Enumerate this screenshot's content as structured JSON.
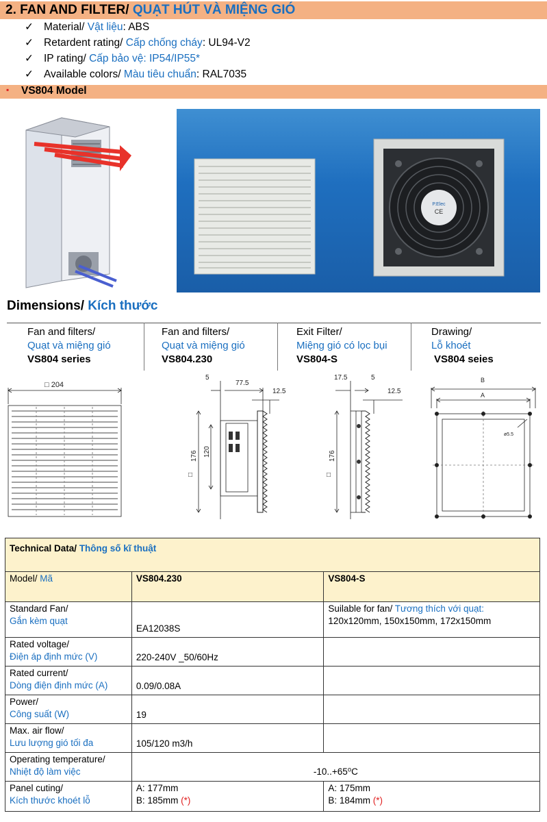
{
  "section": {
    "number": "2.",
    "title_en": "FAN AND FILTER/",
    "title_vi": "QUẠT HÚT VÀ MIỆNG GIÓ"
  },
  "specs": [
    {
      "check": "✓",
      "en": "Material/",
      "vi": "Vật liệu",
      "value": ": ABS"
    },
    {
      "check": "✓",
      "en": "Retardent rating/",
      "vi": "Cấp chống cháy",
      "value": ": UL94-V2"
    },
    {
      "check": "✓",
      "en": "IP rating/",
      "vi": "Cấp bảo vệ",
      "value": ": IP54/IP55*"
    },
    {
      "check": "✓",
      "en": "Available colors/",
      "vi": "Màu tiêu chuẩn",
      "value": ": RAL7035"
    }
  ],
  "model_heading": {
    "bullet": "▪",
    "title": "VS804 Model"
  },
  "photo": {
    "fan_label": "CE",
    "fan_label_small": "P.Elec"
  },
  "dimensions": {
    "title_en": "Dimensions/",
    "title_vi": "Kích thước",
    "columns": [
      {
        "en": "Fan and filters/",
        "vi": "Quạt và miệng gió",
        "model": "VS804 series"
      },
      {
        "en": "Fan and filters/",
        "vi": "Quạt và miệng gió",
        "model": "VS804.230"
      },
      {
        "en": "Exit Filter/",
        "vi": "Miệng gió có lọc bụi",
        "model": "VS804-S"
      },
      {
        "en": "Drawing/",
        "vi": "Lỗ khoét",
        "model": "VS804 seies"
      }
    ]
  },
  "drawings": {
    "d1_width": "□ 204",
    "d2_top_a": "5",
    "d2_top_b": "77.5",
    "d2_right": "12.5",
    "d2_height": "176",
    "d2_inner": "120",
    "d2_square": "□",
    "d3_top_a": "17.5",
    "d3_top_b": "5",
    "d3_right": "12.5",
    "d3_height": "176",
    "d3_square": "□",
    "d4_b": "B",
    "d4_a": "A",
    "d4_hole": "ø5.5"
  },
  "tech": {
    "title_en": "Technical Data/",
    "title_vi": "Thông số kĩ thuật",
    "model_label_en": "Model/",
    "model_label_vi": "Mã",
    "col1": "VS804.230",
    "col2": "VS804-S",
    "rows": [
      {
        "en": "Standard Fan/",
        "vi": "Gắn kèm quạt",
        "v1": "EA12038S",
        "v2_en": "Suilable for fan/",
        "v2_vi": "Tương thích với quạt:",
        "v2_line2": "120x120mm, 150x150mm, 172x150mm"
      },
      {
        "en": "Rated voltage/",
        "vi": "Điện áp định mức (V)",
        "v1": "220-240V _50/60Hz"
      },
      {
        "en": "Rated current/",
        "vi": "Dòng điện định mức (A)",
        "v1": "0.09/0.08A"
      },
      {
        "en": "Power/",
        "vi": "Công suất (W)",
        "v1": "19"
      },
      {
        "en": "Max. air flow/",
        "vi": "Lưu lượng gió tối đa",
        "v1": "105/120 m3/h"
      },
      {
        "en": "Operating temperature/",
        "vi": "Nhiệt độ làm việc",
        "v_span": "-10..+65⁰C"
      },
      {
        "en": "Panel cuting/",
        "vi": "Kích thước khoét lỗ",
        "v1_a": "A: 177mm",
        "v1_b": "B: 185mm",
        "v2_a": "A: 175mm",
        "v2_b": "B: 184mm",
        "note": "(*)"
      }
    ]
  }
}
